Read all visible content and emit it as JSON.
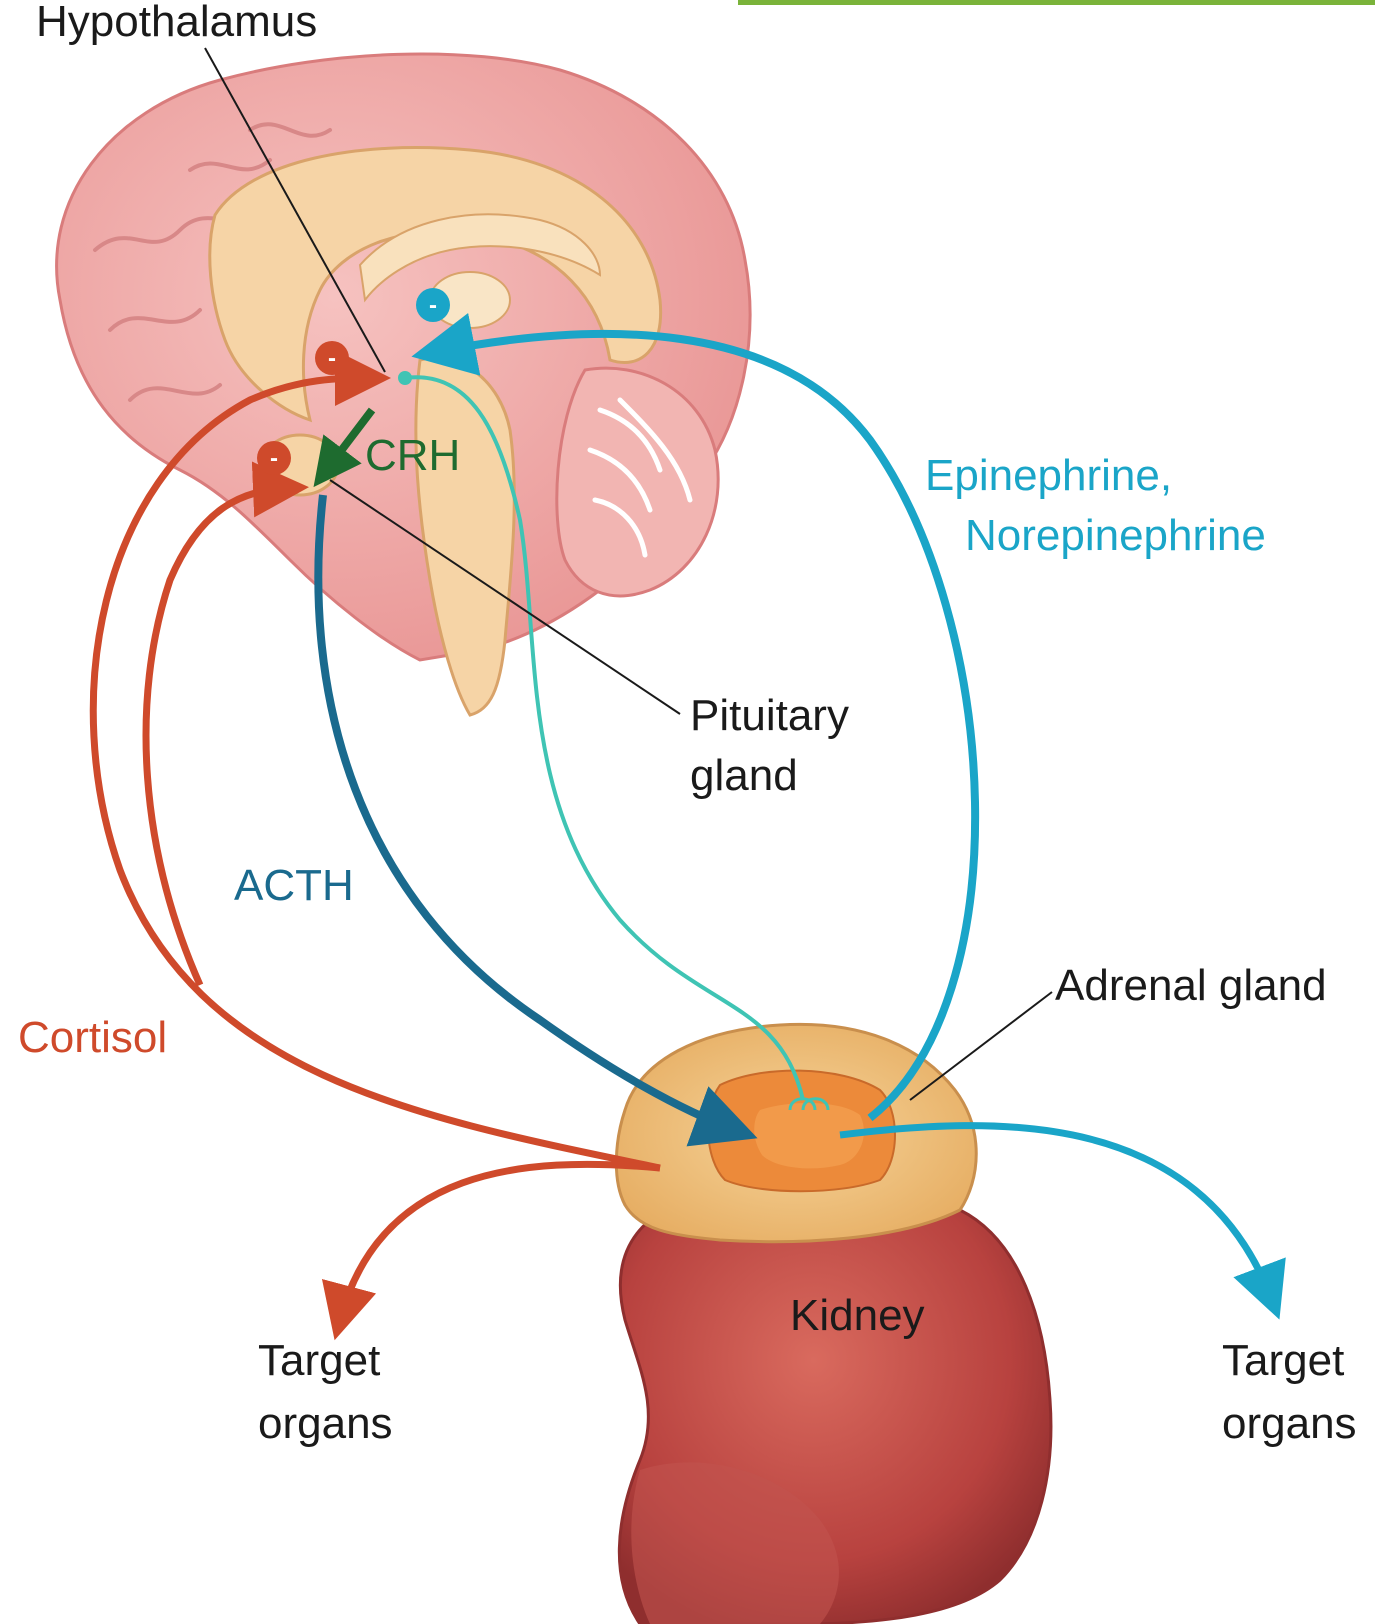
{
  "labels": {
    "hypothalamus": "Hypothalamus",
    "crh": "CRH",
    "epinephrine_line1": "Epinephrine,",
    "epinephrine_line2": "Norepinephrine",
    "pituitary_line1": "Pituitary",
    "pituitary_line2": "gland",
    "acth": "ACTH",
    "adrenal_gland": "Adrenal gland",
    "cortisol": "Cortisol",
    "kidney": "Kidney",
    "target_left_line1": "Target",
    "target_left_line2": "organs",
    "target_right_line1": "Target",
    "target_right_line2": "organs"
  },
  "inhibition_symbols": [
    "-",
    "-",
    "-"
  ],
  "colors": {
    "cortisol": "#cf4a2b",
    "crh": "#1e6b2f",
    "acth": "#1a6a8e",
    "epinephrine": "#1aa5c8",
    "neural_path": "#3fc4b4",
    "brain_pink": "#f0a8a8",
    "brain_tan": "#f6d4a6",
    "kidney": "#b8423f",
    "adrenal": "#f0c07a",
    "accent_bar": "#7ab33a"
  }
}
